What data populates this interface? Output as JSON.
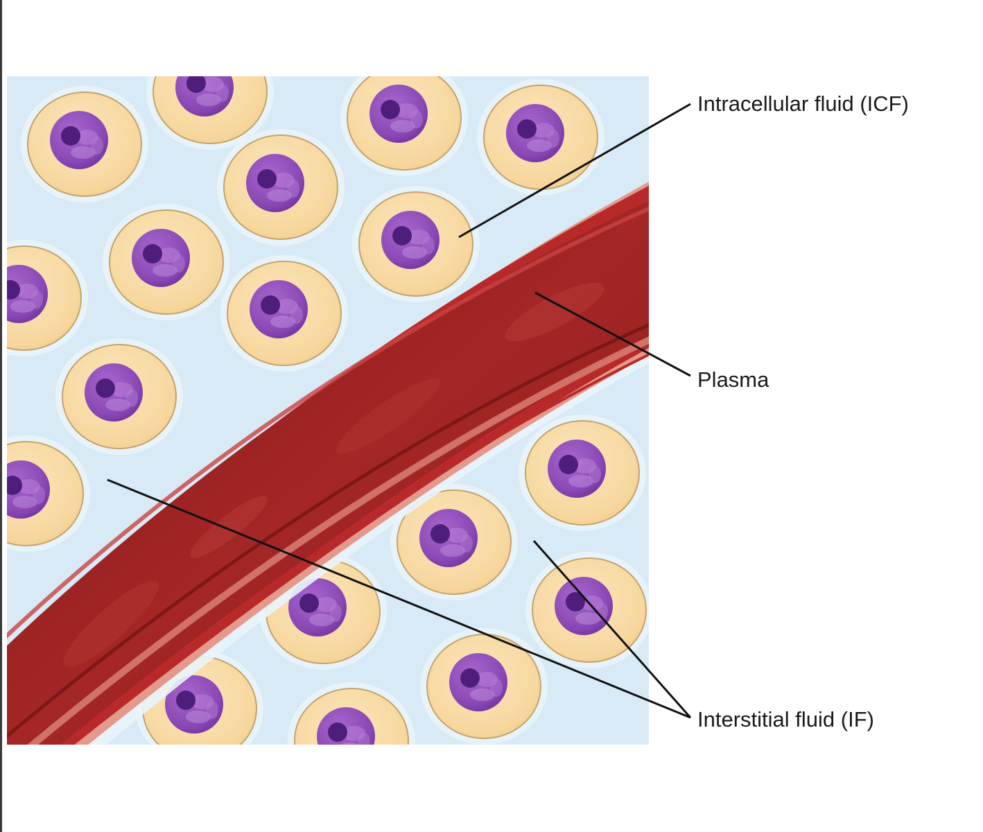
{
  "labels": {
    "icf": "Intracellular fluid (ICF)",
    "plasma": "Plasma",
    "if": "Interstitial fluid (IF)"
  },
  "colors": {
    "interstitial_background": "#d8eaf6",
    "interstitial_halo": "#e9f4fb",
    "cell_cytoplasm": "#f8dba6",
    "cell_membrane": "#c4a36a",
    "nucleus": "#8a48b5",
    "nucleolus": "#4d1f7a",
    "vessel_wall": "#b82a2a",
    "vessel_outer_edge": "#e39a8c",
    "plasma": "#9c2020",
    "leader_line": "#111111"
  }
}
